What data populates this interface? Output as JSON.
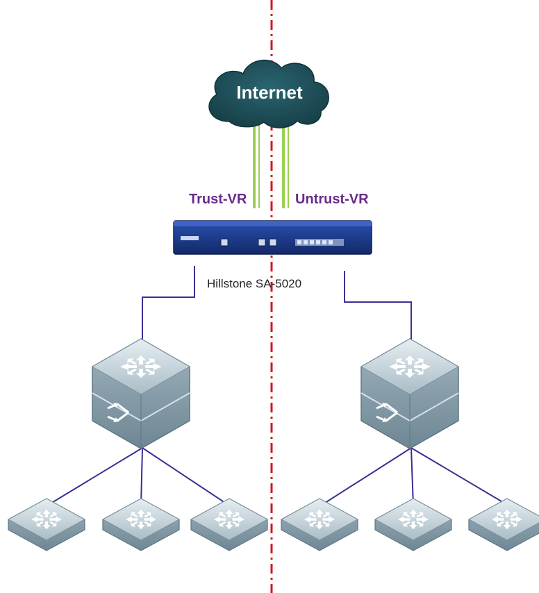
{
  "cloud": {
    "label": "Internet",
    "color": "#1d4a52"
  },
  "zones": {
    "trust": {
      "label": "Trust-VR"
    },
    "untrust": {
      "label": "Untrust-VR"
    }
  },
  "firewall": {
    "label": "Hillstone SA-5020"
  },
  "colors": {
    "divider": "#d8141d",
    "uplink": "#9ccf53",
    "link": "#3a2f92",
    "zone_label": "#6a2a8a",
    "switch_top": "#cfdbe1",
    "switch_side": "#8fa7b3",
    "firewall_body": "#1b3a8c"
  },
  "core_switches": [
    {
      "id": "core-switch-trust",
      "icon": "core-switch-icon"
    },
    {
      "id": "core-switch-untrust",
      "icon": "core-switch-icon"
    }
  ],
  "access_switches": [
    {
      "id": "access-switch-1",
      "icon": "access-switch-icon"
    },
    {
      "id": "access-switch-2",
      "icon": "access-switch-icon"
    },
    {
      "id": "access-switch-3",
      "icon": "access-switch-icon"
    },
    {
      "id": "access-switch-4",
      "icon": "access-switch-icon"
    },
    {
      "id": "access-switch-5",
      "icon": "access-switch-icon"
    },
    {
      "id": "access-switch-6",
      "icon": "access-switch-icon"
    }
  ]
}
